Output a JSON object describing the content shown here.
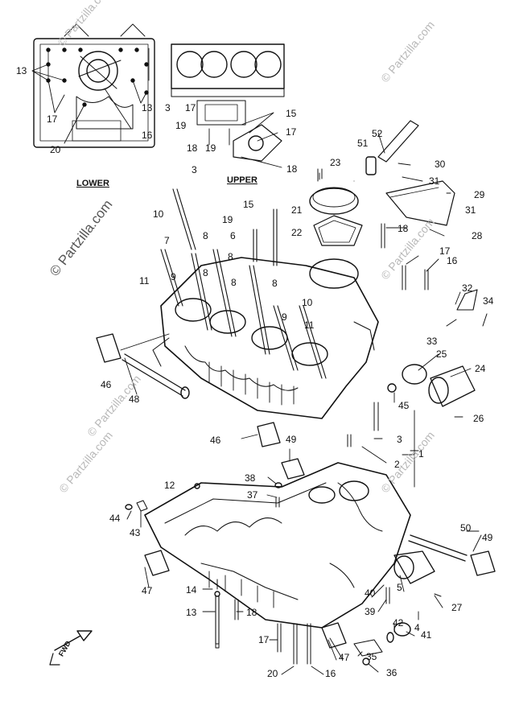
{
  "watermark": {
    "main": "© Partzilla.com",
    "repeat": "© Partzilla.com"
  },
  "insets": {
    "lower_caption": "LOWER",
    "upper_caption": "UPPER"
  },
  "fwd_label": "FWD",
  "callouts": [
    "13",
    "17",
    "20",
    "16",
    "13",
    "3",
    "17",
    "15",
    "19",
    "18",
    "19",
    "17",
    "3",
    "18",
    "52",
    "51",
    "23",
    "30",
    "31",
    "29",
    "31",
    "21",
    "22",
    "18",
    "28",
    "15",
    "19",
    "6",
    "8",
    "7",
    "10",
    "8",
    "11",
    "9",
    "8",
    "8",
    "8",
    "9",
    "10",
    "11",
    "17",
    "16",
    "32",
    "34",
    "33",
    "25",
    "24",
    "45",
    "26",
    "46",
    "48",
    "3",
    "2",
    "1",
    "46",
    "49",
    "12",
    "38",
    "37",
    "44",
    "43",
    "47",
    "14",
    "13",
    "18",
    "17",
    "20",
    "16",
    "50",
    "49",
    "40",
    "5",
    "27",
    "39",
    "4",
    "42",
    "41",
    "35",
    "47",
    "36"
  ]
}
